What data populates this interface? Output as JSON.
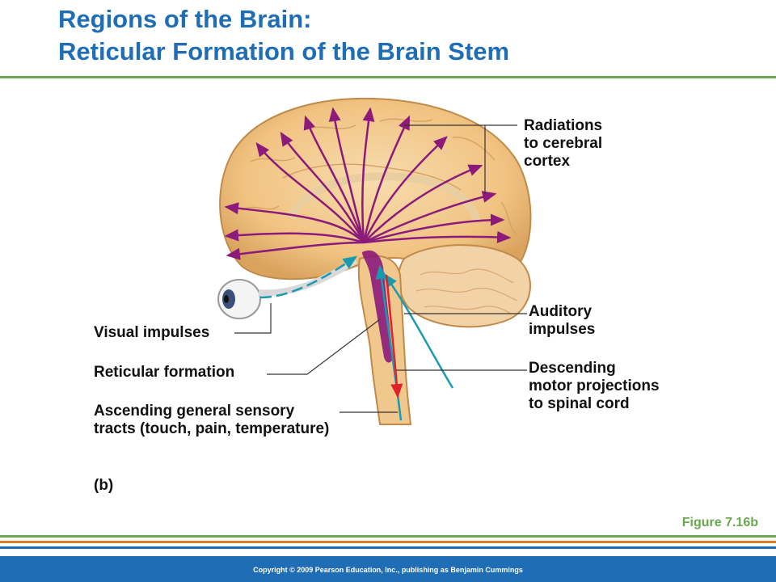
{
  "slide": {
    "title_line1": "Regions of the Brain:",
    "title_line2": "Reticular Formation of the Brain Stem"
  },
  "labels": {
    "radiations": [
      "Radiations",
      "to cerebral",
      "cortex"
    ],
    "auditory": [
      "Auditory",
      "impulses"
    ],
    "descending": [
      "Descending",
      "motor projections",
      "to spinal cord"
    ],
    "visual": "Visual impulses",
    "reticular": "Reticular formation",
    "ascending": [
      "Ascending general sensory",
      "tracts (touch, pain, temperature)"
    ],
    "panel": "(b)"
  },
  "figure_label": "Figure 7.16b",
  "copyright": "Copyright © 2009 Pearson Education, Inc., publishing as Benjamin Cummings",
  "colors": {
    "title": "#1f6db5",
    "accent_green": "#6aa84f",
    "accent_orange": "#e07b2a",
    "footer_blue": "#1f6db5",
    "radiation_arrows": "#8b1a7a",
    "sensory_arrows": "#1a9ab0",
    "motor_arrows": "#e0202a",
    "brain_tan": "#f3c98a"
  }
}
